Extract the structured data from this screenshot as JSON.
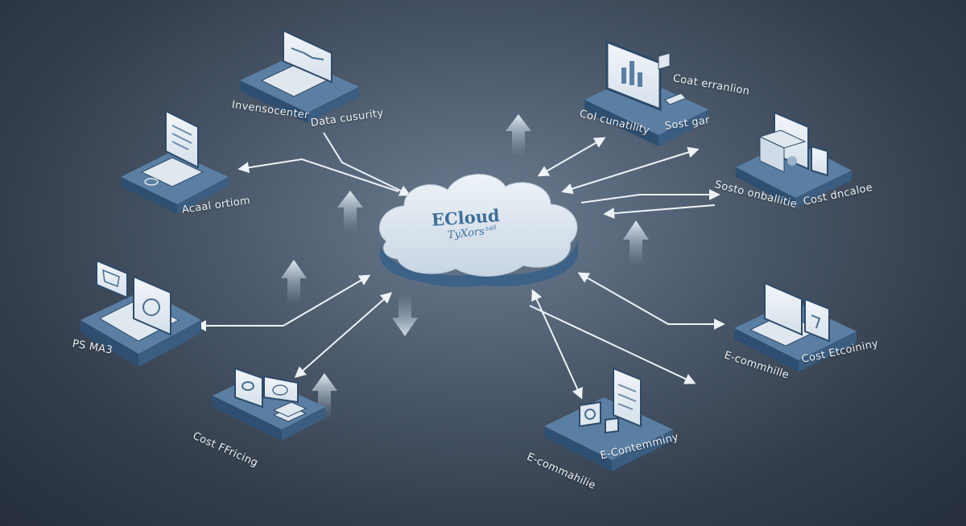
{
  "cloud": {
    "title": "ECloud",
    "subtitle": "TyXors",
    "small": "sall"
  },
  "labels": {
    "n1a": "Invensocenter",
    "n1b": "Data cusurity",
    "n2": "Acaal ortiom",
    "n3": "PS MA3",
    "n4": "Cost FFricing",
    "n5a": "E-commahilie",
    "n5b": "E-Contemminy",
    "n6a": "E-commhille",
    "n6b": "Cost Etcoininy",
    "n7a": "Sosto onballitie",
    "n7b": "Cost dncaloe",
    "n8a": "Coat erranlion",
    "n8b": "Col cunatility",
    "n8c": "Sost gar"
  },
  "colors": {
    "platform_top": "#5a7fa3",
    "platform_side": "#2e4d6d",
    "arrow": "#eef3f8",
    "cloud": "#dfe8f1",
    "cloud_text": "#3f6f97"
  }
}
